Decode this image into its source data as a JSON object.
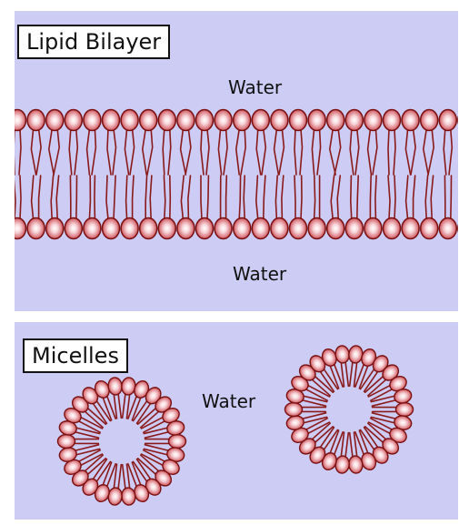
{
  "bilayer": {
    "title": "Lipid Bilayer",
    "water_top": "Water",
    "water_bottom": "Water"
  },
  "micelles": {
    "title": "Micelles",
    "water": "Water"
  },
  "colors": {
    "background": "#ccccf4",
    "head_fill_center": "#ffffff",
    "head_fill_edge": "#c8414a",
    "head_stroke": "#7a1010",
    "tail": "#8a1a1a"
  }
}
